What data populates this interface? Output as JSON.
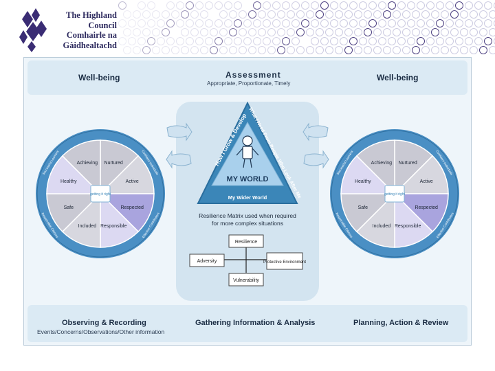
{
  "logo": {
    "line1": "The Highland",
    "line2": "Council",
    "line3": "Comhairle na",
    "line4": "Gàidhealtachd",
    "color": "#2d2a5e"
  },
  "top_band": {
    "left_title": "Well-being",
    "center_title": "Assessment",
    "center_subtitle": "Appropriate, Proportionate, Timely",
    "right_title": "Well-being"
  },
  "wheel": {
    "segments": [
      "Nurtured",
      "Active",
      "Respected",
      "Responsible",
      "Included",
      "Safe",
      "Healthy",
      "Achieving"
    ],
    "outer_ring": [
      "Successful Learners",
      "Confident Individuals",
      "Effective Contributors",
      "Responsible Citizens"
    ],
    "center_logo": "getting it right"
  },
  "my_world": {
    "left_side": "How I Grow & Develop",
    "right_side": "What I Need From People Who Look After Me",
    "title": "MY WORLD",
    "bottom": "My Wider World"
  },
  "resilience": {
    "caption_line1": "Resilience Matrix used when required",
    "caption_line2": "for more complex situations",
    "top": "Resilience",
    "left": "Adversity",
    "right": "Protective Environment",
    "bottom": "Vulnerability"
  },
  "bottom_band": {
    "left_title": "Observing & Recording",
    "left_subtitle": "Events/Concerns/Observations/Other information",
    "center_title": "Gathering Information & Analysis",
    "right_title": "Planning, Action & Review"
  },
  "colors": {
    "frame_bg": "#eef5fa",
    "band_bg": "#dbeaf4",
    "triangle_blue": "#3b86b8",
    "wheel_purple": "#a9a4de",
    "wheel_grey": "#c9c9d3",
    "wheel_ring": "#4a8fc4"
  }
}
